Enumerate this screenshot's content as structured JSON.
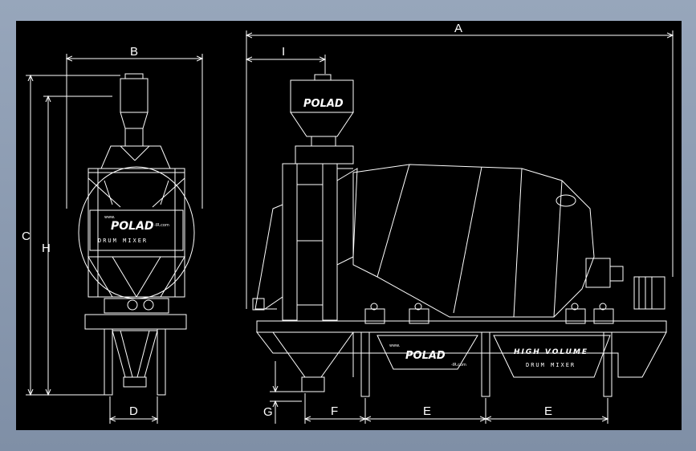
{
  "drawing": {
    "brand": "POLAD",
    "front_panel_text": "DRUM MIXER",
    "side_panel_line1": "HIGH VOLUME",
    "side_panel_line2": "DRUM MIXER",
    "www_prefix": "www.",
    "domain_suffix": "-IR.com"
  },
  "dimensions": {
    "A": "A",
    "B": "B",
    "C": "C",
    "D": "D",
    "E1": "E",
    "E2": "E",
    "F": "F",
    "G": "G",
    "H": "H",
    "I": "I"
  },
  "colors": {
    "background": "#000000",
    "lines": "#ffffff",
    "frame": "#8a9ab0"
  }
}
